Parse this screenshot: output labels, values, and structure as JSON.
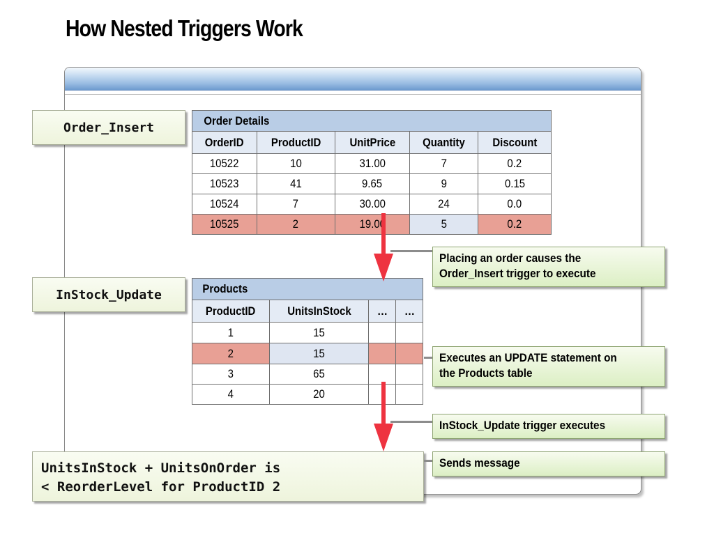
{
  "title": "How Nested Triggers Work",
  "labels": {
    "order_insert": "Order_Insert",
    "instock_update": "InStock_Update",
    "message_line1": "UnitsInStock + UnitsOnOrder is",
    "message_line2": "< ReorderLevel for ProductID 2"
  },
  "order_details": {
    "caption": "Order Details",
    "columns": [
      "OrderID",
      "ProductID",
      "UnitPrice",
      "Quantity",
      "Discount"
    ],
    "rows": [
      [
        "10522",
        "10",
        "31.00",
        "7",
        "0.2"
      ],
      [
        "10523",
        "41",
        "9.65",
        "9",
        "0.15"
      ],
      [
        "10524",
        "7",
        "30.00",
        "24",
        "0.0"
      ],
      [
        "10525",
        "2",
        "19.00",
        "5",
        "0.2"
      ]
    ]
  },
  "products": {
    "caption": "Products",
    "columns": [
      "ProductID",
      "UnitsInStock",
      "…",
      "…"
    ],
    "rows": [
      [
        "1",
        "15",
        "",
        ""
      ],
      [
        "2",
        "15",
        "",
        ""
      ],
      [
        "3",
        "65",
        "",
        ""
      ],
      [
        "4",
        "20",
        "",
        ""
      ]
    ]
  },
  "notes": {
    "placing_line1": "Placing an order causes the",
    "placing_line2": "Order_Insert trigger to execute",
    "update_line1": "Executes an UPDATE statement on",
    "update_line2": "the Products table",
    "instock_exec": "InStock_Update trigger executes",
    "sends": "Sends message"
  },
  "colors": {
    "highlight_row": "#e8a095",
    "light_blue_cell": "#dfe6f2",
    "arrow": "#ee3340",
    "note_green": "#dcefc4",
    "header_blue": "#b9cde6"
  }
}
